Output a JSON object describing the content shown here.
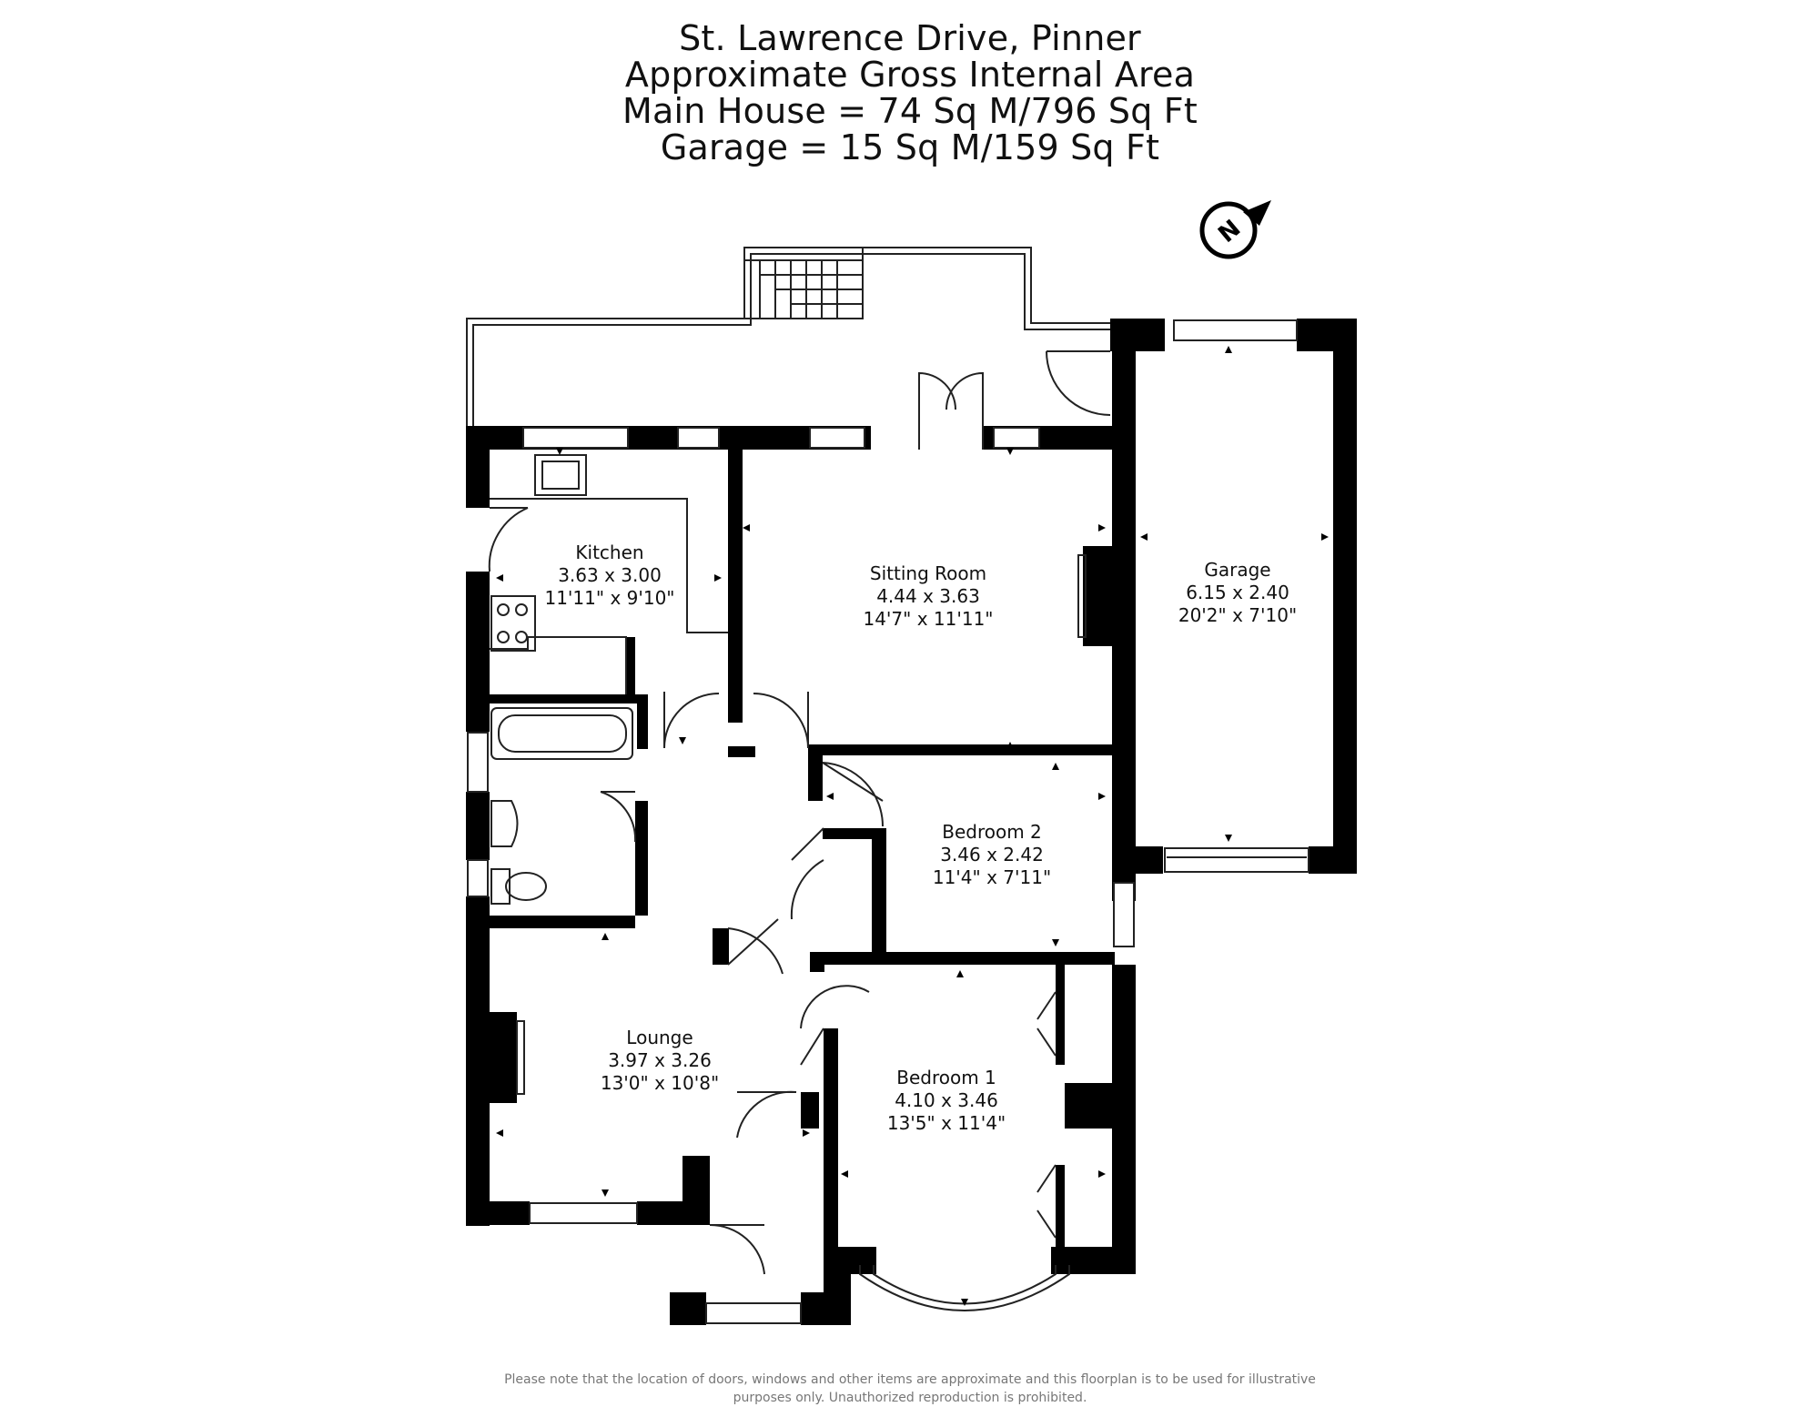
{
  "title": {
    "address": "St. Lawrence Drive, Pinner",
    "subtitle": "Approximate Gross Internal Area",
    "main_house": "Main House = 74 Sq M/796 Sq Ft",
    "garage": "Garage = 15 Sq M/159 Sq Ft"
  },
  "compass": {
    "letter": "N"
  },
  "rooms": {
    "kitchen": {
      "name": "Kitchen",
      "metric": "3.63 x 3.00",
      "imperial": "11'11\" x 9'10\""
    },
    "sitting_room": {
      "name": "Sitting Room",
      "metric": "4.44 x 3.63",
      "imperial": "14'7\" x 11'11\""
    },
    "garage": {
      "name": "Garage",
      "metric": "6.15 x 2.40",
      "imperial": "20'2\" x 7'10\""
    },
    "bedroom2": {
      "name": "Bedroom 2",
      "metric": "3.46 x 2.42",
      "imperial": "11'4\" x 7'11\""
    },
    "lounge": {
      "name": "Lounge",
      "metric": "3.97 x 3.26",
      "imperial": "13'0\" x 10'8\""
    },
    "bedroom1": {
      "name": "Bedroom 1",
      "metric": "4.10 x 3.46",
      "imperial": "13'5\" x 11'4\""
    }
  },
  "disclaimer": {
    "line1": "Please note that the location of doors, windows and other items are approximate and this floorplan is to be used for illustrative",
    "line2": "purposes only. Unauthorized reproduction is prohibited."
  },
  "colors": {
    "wall": "#000000",
    "line": "#222222",
    "text": "#111111",
    "disclaimer": "#777777"
  }
}
